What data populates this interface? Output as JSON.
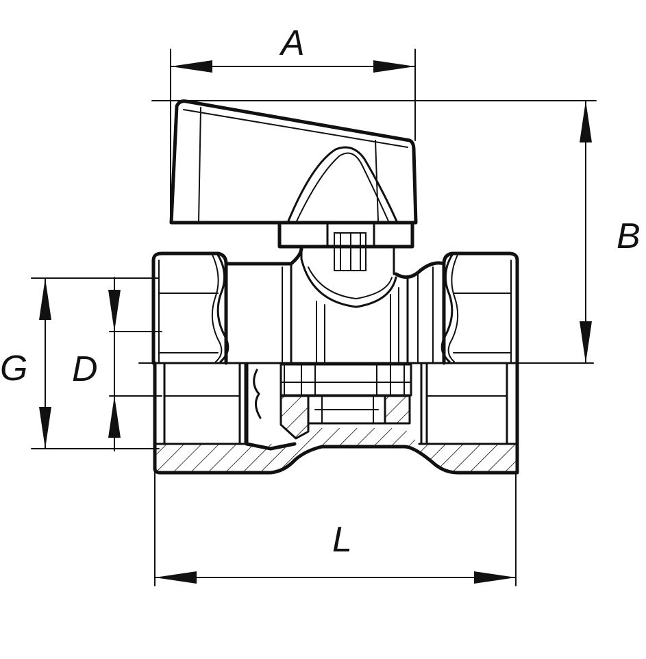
{
  "dimensions": {
    "A": "A",
    "B": "B",
    "G": "G",
    "D": "D",
    "L": "L"
  },
  "colors": {
    "line": "#111111",
    "background": "#ffffff"
  }
}
